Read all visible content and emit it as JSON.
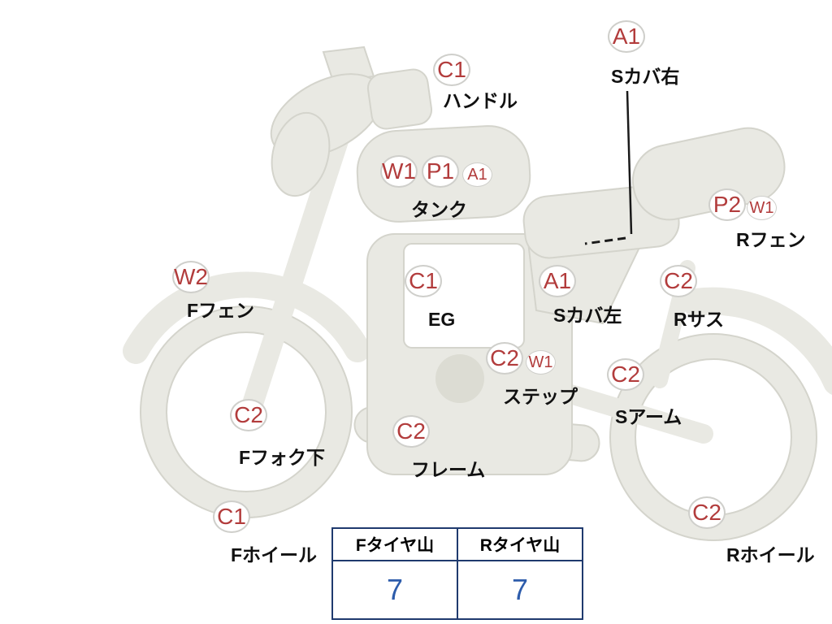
{
  "colors": {
    "badge_text": "#b23c3c",
    "badge_border": "#cfcfcb",
    "label_text": "#111111",
    "bike_fill": "#e9e9e3",
    "bike_outline": "#d4d4cc",
    "table_border": "#1f3a6e",
    "table_value_text": "#2d5cab"
  },
  "badges": [
    {
      "code": "A1",
      "part": "s-cover-right"
    },
    {
      "code": "C1",
      "part": "handlebar"
    },
    {
      "code": "W1",
      "part": "tank"
    },
    {
      "code": "P1",
      "part": "tank"
    },
    {
      "code": "A1",
      "part": "tank"
    },
    {
      "code": "P2",
      "part": "rear-fender"
    },
    {
      "code": "W1",
      "part": "rear-fender"
    },
    {
      "code": "W2",
      "part": "front-fender"
    },
    {
      "code": "C1",
      "part": "engine"
    },
    {
      "code": "A1",
      "part": "s-cover-left"
    },
    {
      "code": "C2",
      "part": "rear-suspension"
    },
    {
      "code": "C2",
      "part": "step"
    },
    {
      "code": "W1",
      "part": "step"
    },
    {
      "code": "C2",
      "part": "swing-arm"
    },
    {
      "code": "C2",
      "part": "front-fork-lower"
    },
    {
      "code": "C2",
      "part": "frame"
    },
    {
      "code": "C1",
      "part": "front-wheel"
    },
    {
      "code": "C2",
      "part": "rear-wheel"
    }
  ],
  "labels": [
    {
      "text": "Sカバ右"
    },
    {
      "text": "ハンドル"
    },
    {
      "text": "タンク"
    },
    {
      "text": "Rフェン"
    },
    {
      "text": "Fフェン"
    },
    {
      "text": "EG"
    },
    {
      "text": "Sカバ左"
    },
    {
      "text": "Rサス"
    },
    {
      "text": "ステップ"
    },
    {
      "text": "Sアーム"
    },
    {
      "text": "Fフォク下"
    },
    {
      "text": "フレーム"
    },
    {
      "text": "Fホイール"
    },
    {
      "text": "Rホイール"
    }
  ],
  "tire_table": {
    "headers": [
      "Fタイヤ山",
      "Rタイヤ山"
    ],
    "values": [
      "7",
      "7"
    ]
  }
}
